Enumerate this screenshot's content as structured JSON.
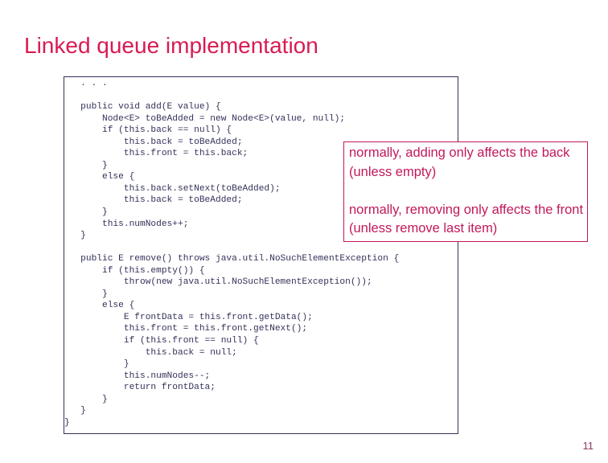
{
  "slide": {
    "title": "Linked queue implementation",
    "page_number": "11",
    "colors": {
      "title": "#d81b52",
      "code_text": "#33325a",
      "code_border": "#33325a",
      "callout_text": "#c2185b",
      "callout_border": "#c2185b",
      "page_number": "#8d3a63",
      "background": "#ffffff"
    }
  },
  "code_block": {
    "language": "java",
    "content": "   . . .\n\n   public void add(E value) {\n       Node<E> toBeAdded = new Node<E>(value, null);\n       if (this.back == null) {\n           this.back = toBeAdded;\n           this.front = this.back;\n       }\n       else {\n           this.back.setNext(toBeAdded);\n           this.back = toBeAdded;\n       }\n       this.numNodes++;\n   }\n\n   public E remove() throws java.util.NoSuchElementException {\n       if (this.empty()) {\n           throw(new java.util.NoSuchElementException());\n       }\n       else {\n           E frontData = this.front.getData();\n           this.front = this.front.getNext();\n           if (this.front == null) {\n               this.back = null;\n           }\n           this.numNodes--;\n           return frontData;\n       }\n   }\n}"
  },
  "callout": {
    "text": "normally, adding only affects the back (unless empty)\n\nnormally, removing only affects the front (unless remove last item)",
    "line_1": "normally, adding only affects",
    "line_2": "the back (unless empty)",
    "line_3": "normally, removing only affects",
    "line_4": "the front (unless remove last",
    "line_5": "item)"
  }
}
